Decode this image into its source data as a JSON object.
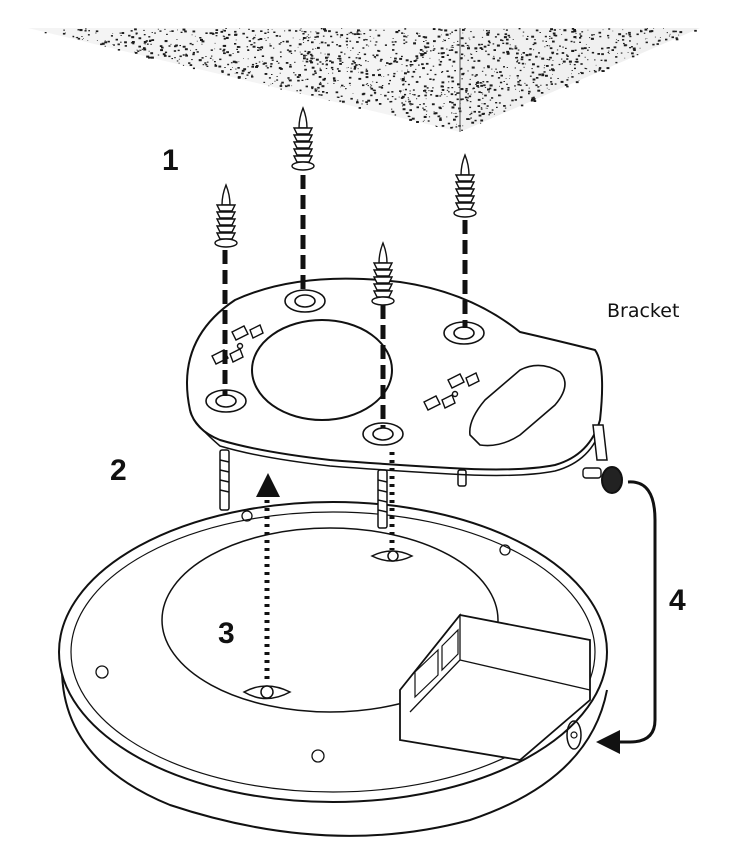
{
  "labels": {
    "bracket": "Bracket"
  },
  "steps": [
    "1",
    "2",
    "3",
    "4"
  ],
  "colors": {
    "ink": "#111111",
    "paper": "#ffffff",
    "ceiling_speckle": "#1c1c1c"
  }
}
